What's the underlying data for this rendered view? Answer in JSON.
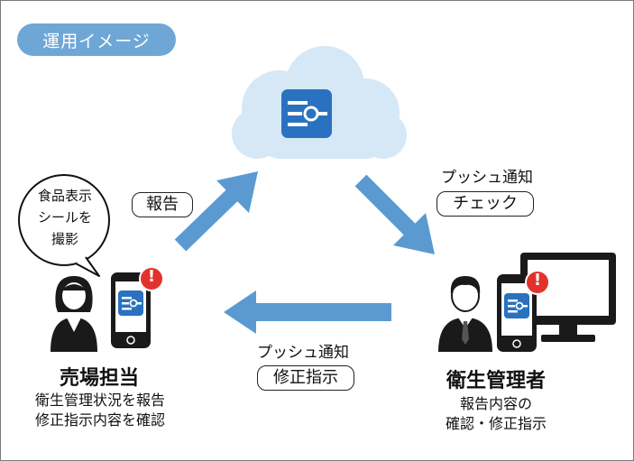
{
  "title": "運用イメージ",
  "bubble": {
    "lines": [
      "食品表示",
      "シールを",
      "撮影"
    ]
  },
  "flows": {
    "report": {
      "tag": "報告"
    },
    "check": {
      "caption": "プッシュ通知",
      "tag": "チェック"
    },
    "correct": {
      "caption": "プッシュ通知",
      "tag": "修正指示"
    }
  },
  "store_staff": {
    "title": "売場担当",
    "desc_lines": [
      "衛生管理状況を報告",
      "修正指示内容を確認"
    ]
  },
  "manager": {
    "title": "衛生管理者",
    "desc_lines": [
      "報告内容の",
      "確認・修正指示"
    ]
  },
  "alert_symbol": "!",
  "colors": {
    "title_pill": "#6ea7d6",
    "cloud": "#d6e7f5",
    "app_icon": "#2a72c0",
    "arrow": "#5b9ad1",
    "alert": "#e3322b",
    "person": "#1a1a1a"
  },
  "icons": [
    "cloud-icon",
    "app-icon",
    "person-icon",
    "smartphone-icon",
    "monitor-icon",
    "alert-icon",
    "arrow-icon"
  ]
}
